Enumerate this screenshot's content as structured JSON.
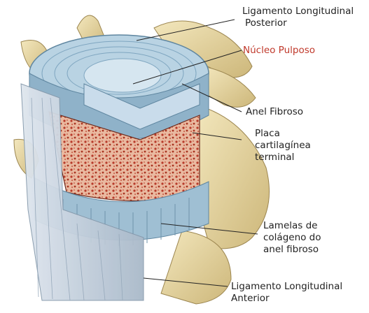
{
  "labels": {
    "posterior_ligament": [
      "Ligamento Longitudinal",
      "Posterior"
    ],
    "nucleus": [
      "Núcleo Pulposo"
    ],
    "annulus": [
      "Anel Fibroso"
    ],
    "endplate": [
      "Placa",
      "cartilagínea",
      "terminal"
    ],
    "lamellae": [
      "Lamelas de",
      "colágeno do",
      "anel fibroso"
    ],
    "anterior_ligament": [
      "Ligamento Longitudinal",
      "Anterior"
    ]
  },
  "colors": {
    "disc_blue": "#9fc2d8",
    "bone_tan": "#e8d9a3",
    "marrow_red": "#b83a2a",
    "nucleus_accent": "#c0392b",
    "leader": "#222222"
  }
}
